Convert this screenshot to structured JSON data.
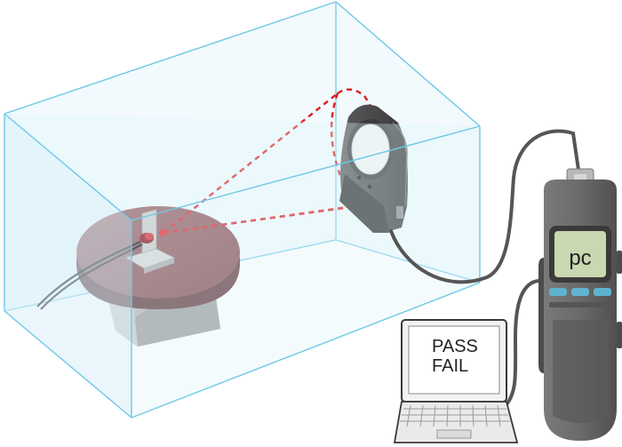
{
  "meter_display": {
    "text": "pc"
  },
  "laptop_screen": {
    "line1": "PASS",
    "line2": "FAIL"
  },
  "colors": {
    "enclosure_edge": "#6ec9e6",
    "enclosure_fill": "#dff3fa",
    "turntable_top": "#8a5257",
    "turntable_rim": "#5e3338",
    "stand": "#b0b0b0",
    "beam": "#e01e1e",
    "sensor_head": "#4a4a4a",
    "meter_body": "#6a6a6a",
    "meter_lcd": "#c9d8b0",
    "meter_buttons": "#5fb3cf",
    "cable": "#555555"
  }
}
